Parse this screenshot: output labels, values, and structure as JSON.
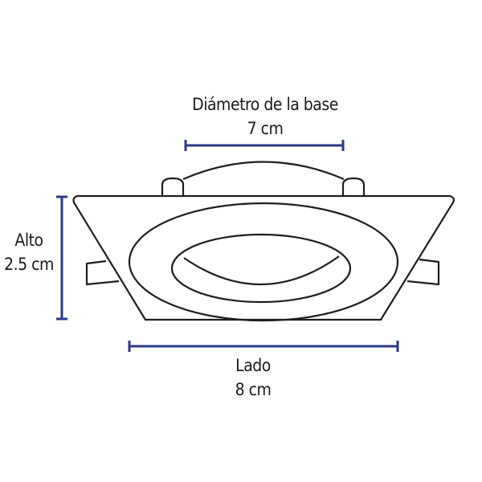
{
  "dimensions": {
    "base_diameter": {
      "label": "Diámetro de la base",
      "value": "7 cm"
    },
    "height": {
      "label": "Alto",
      "value": "2.5 cm"
    },
    "side": {
      "label": "Lado",
      "value": "8 cm"
    }
  },
  "colors": {
    "dimension_line": "#2b3a86",
    "outline": "#1e1e1e",
    "background": "#ffffff"
  }
}
